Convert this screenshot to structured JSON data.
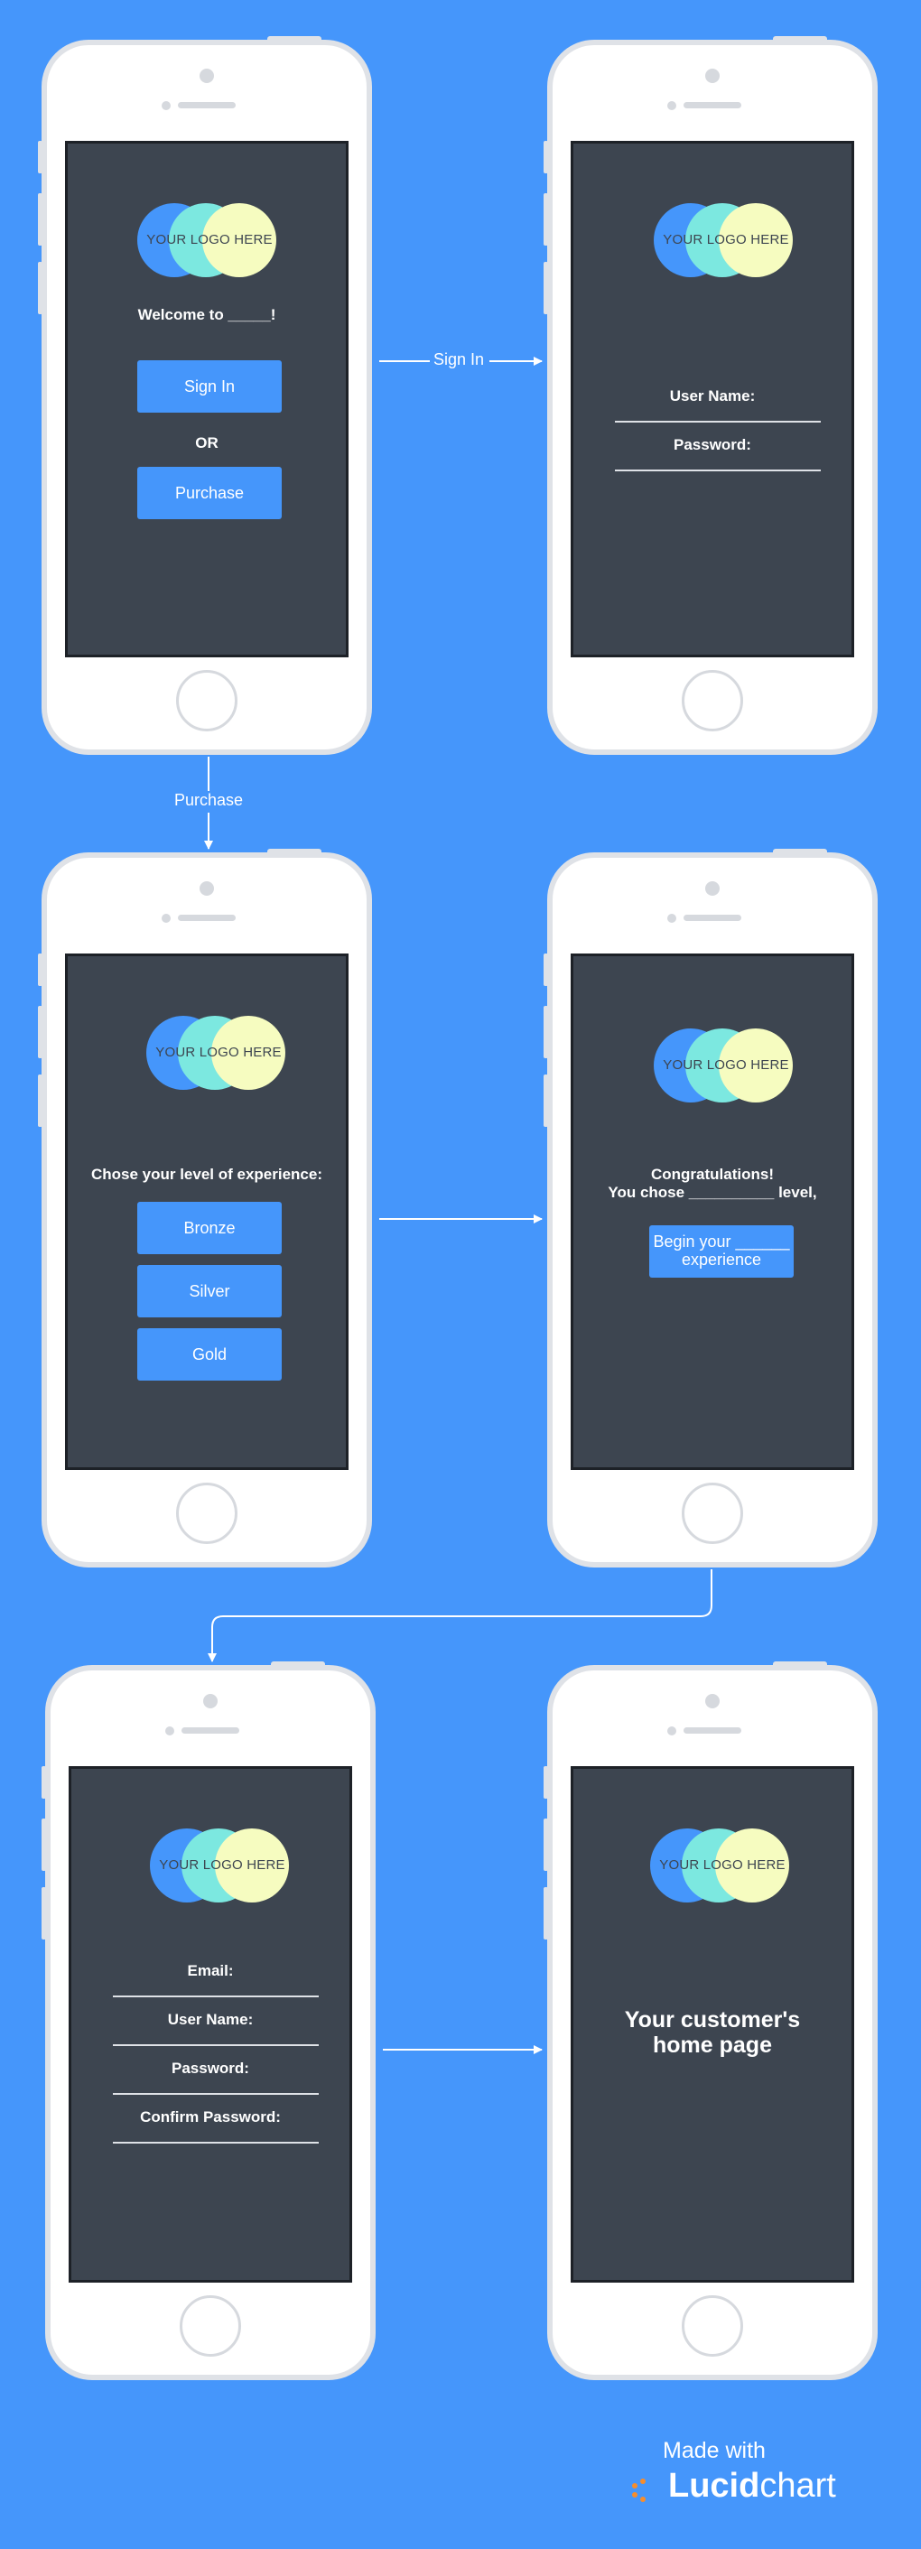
{
  "logo_text": "YOUR LOGO HERE",
  "screen1": {
    "welcome": "Welcome to _____!",
    "sign_in": "Sign In",
    "or": "OR",
    "purchase": "Purchase"
  },
  "screen2": {
    "username": "User Name:",
    "password": "Password:"
  },
  "screen3": {
    "prompt": "Chose your level of experience:",
    "levels": [
      "Bronze",
      "Silver",
      "Gold"
    ]
  },
  "screen4": {
    "line1": "Congratulations!",
    "line2": "You chose __________ level,",
    "button_line1": "Begin your ______",
    "button_line2": "experience"
  },
  "screen5": {
    "email": "Email:",
    "username": "User Name:",
    "password": "Password:",
    "confirm": "Confirm Password:"
  },
  "screen6": {
    "line1": "Your customer's",
    "line2": "home page"
  },
  "connectors": {
    "signin": "Sign In",
    "purchase": "Purchase"
  },
  "footer": {
    "made_with": "Made with",
    "brand_bold": "Lucid",
    "brand_light": "chart"
  },
  "colors": {
    "background": "#4596fb",
    "screen": "#3d4550",
    "button": "#4596fb",
    "logo_circle_1": "#4596fb",
    "logo_circle_2": "#7ce8e0",
    "logo_circle_3": "#f6fcc0",
    "lucid_orange": "#f68d2e"
  }
}
